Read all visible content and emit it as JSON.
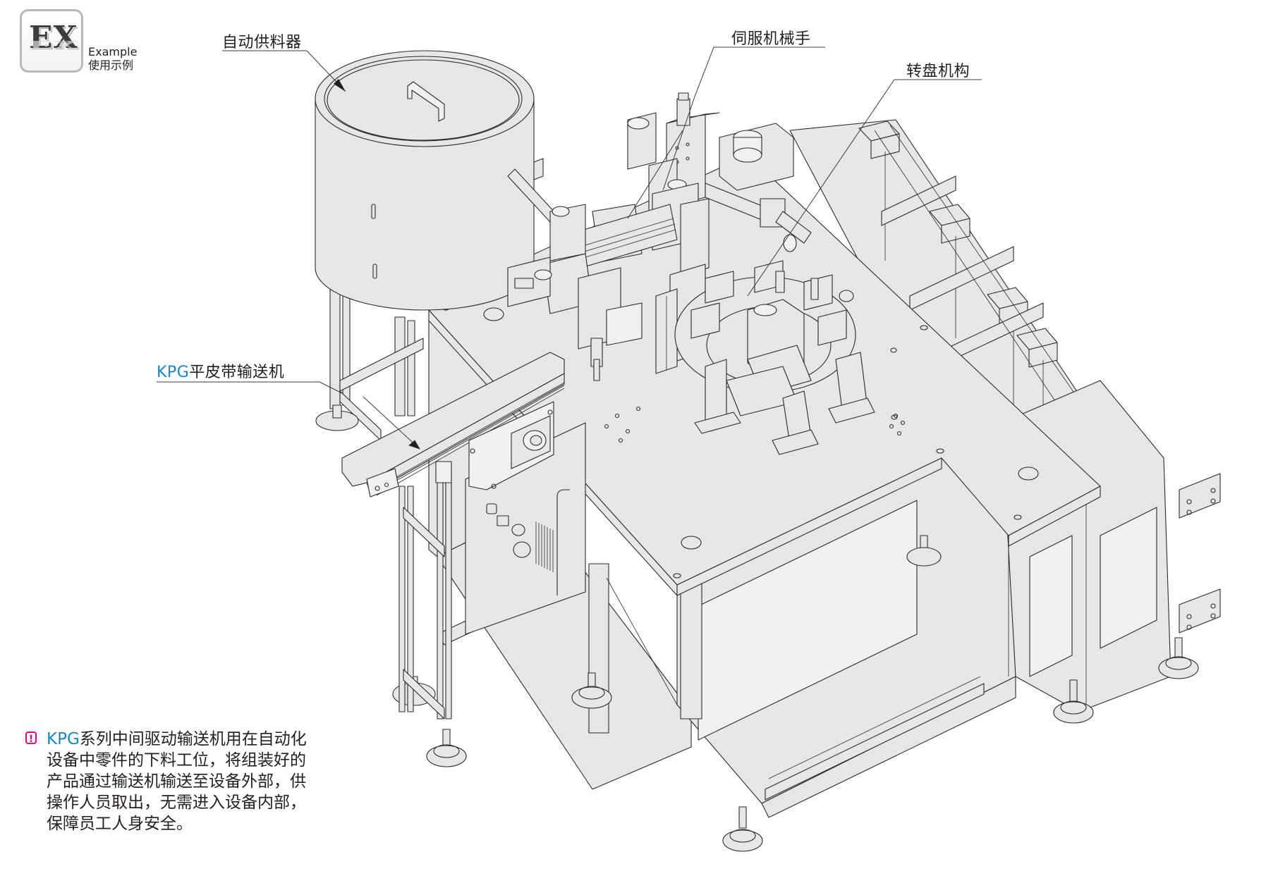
{
  "badge": {
    "title": "EX",
    "caption_en": "Example",
    "caption_zh": "使用示例"
  },
  "callouts": {
    "feeder": "自动供料器",
    "servo_manipulator": "伺服机械手",
    "rotary_table": "转盘机构",
    "conveyor_prefix": "KPG",
    "conveyor_suffix": "平皮带输送机"
  },
  "note": {
    "icon": "exclamation-box-icon",
    "accent_prefix": "KPG",
    "lines": [
      "系列中间驱动输送机用在自动化",
      "设备中零件的下料工位，将组装好的",
      "产品通过输送机输送至设备外部，供",
      "操作人员取出，无需进入设备内部，",
      "保障员工人身安全。"
    ]
  },
  "colors": {
    "accent_blue": "#1a86c7",
    "note_icon_magenta": "#e4007f",
    "machine_fill": "#e6e7e8",
    "line": "#2b2b2b"
  }
}
